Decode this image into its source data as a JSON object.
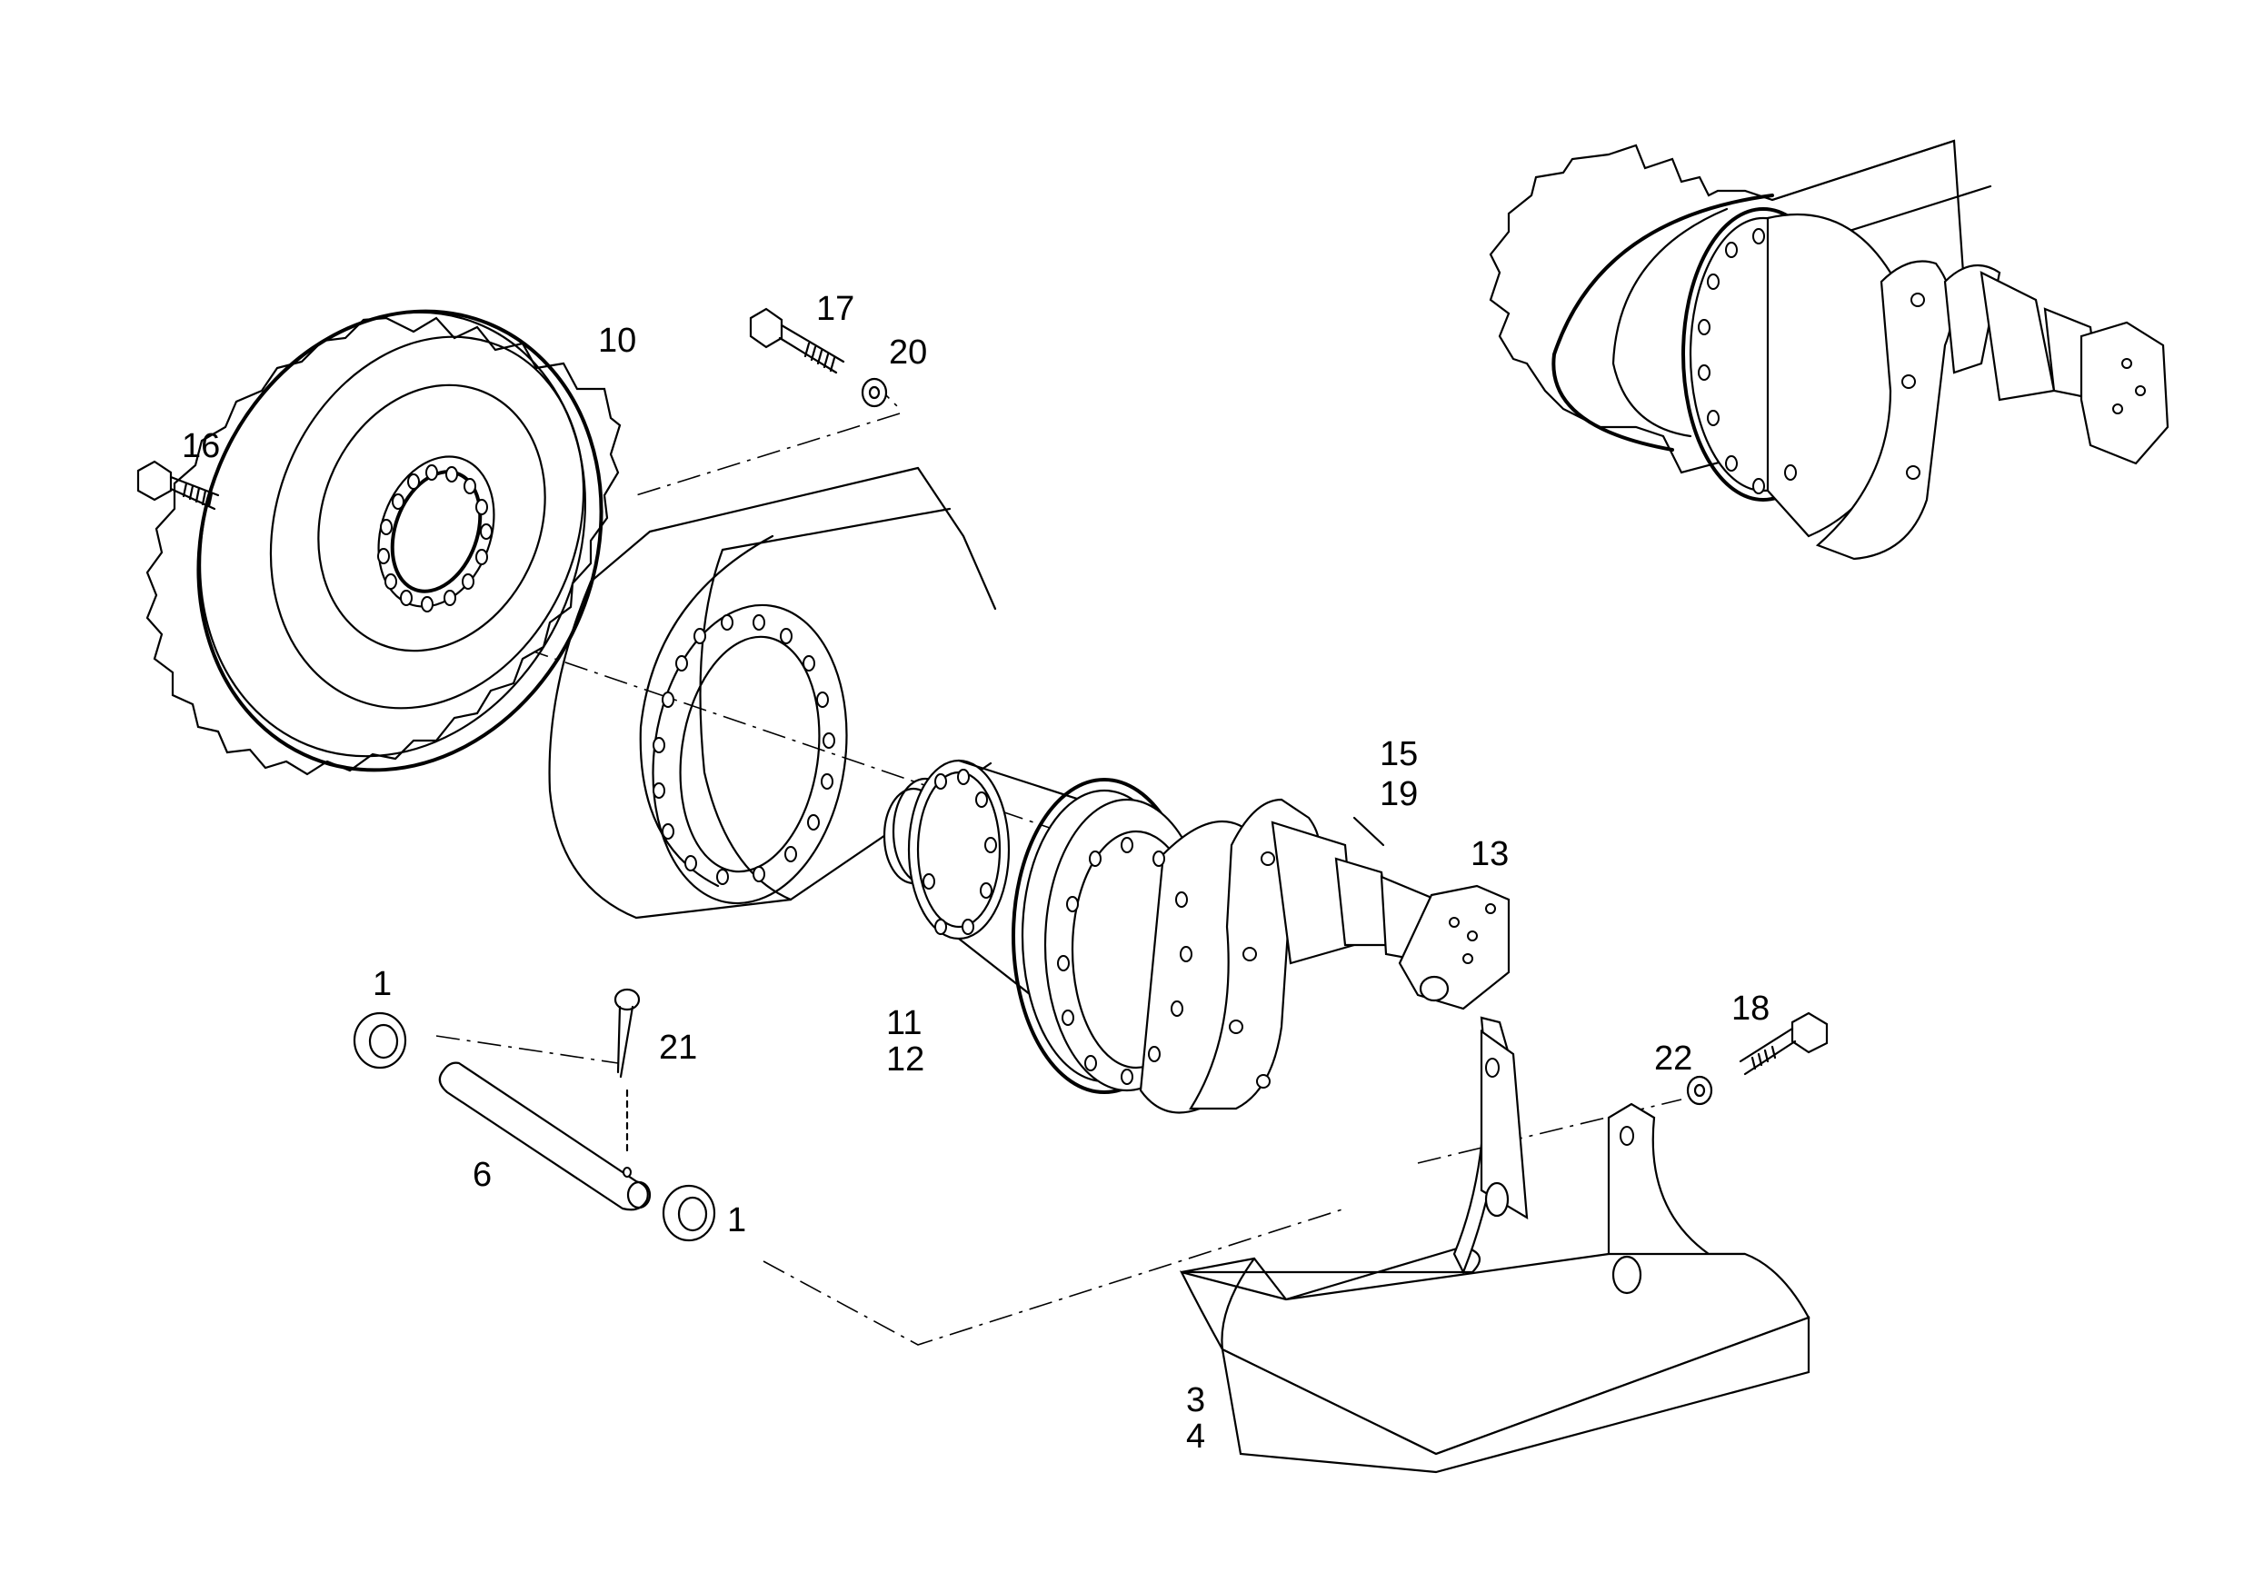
{
  "diagram": {
    "part_labels": [
      {
        "id": "p1a",
        "text": "1"
      },
      {
        "id": "p1b",
        "text": "1"
      },
      {
        "id": "p3",
        "text": "3"
      },
      {
        "id": "p4",
        "text": "4"
      },
      {
        "id": "p6",
        "text": "6"
      },
      {
        "id": "p10",
        "text": "10"
      },
      {
        "id": "p11",
        "text": "11"
      },
      {
        "id": "p12",
        "text": "12"
      },
      {
        "id": "p13",
        "text": "13"
      },
      {
        "id": "p15",
        "text": "15"
      },
      {
        "id": "p16",
        "text": "16"
      },
      {
        "id": "p17",
        "text": "17"
      },
      {
        "id": "p18",
        "text": "18"
      },
      {
        "id": "p19",
        "text": "19"
      },
      {
        "id": "p20",
        "text": "20"
      },
      {
        "id": "p21",
        "text": "21"
      },
      {
        "id": "p22",
        "text": "22"
      }
    ]
  }
}
